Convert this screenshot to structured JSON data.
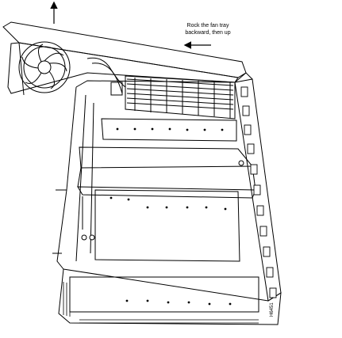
{
  "callout": {
    "line1": "Rock the fan tray",
    "line2": "backward, then up"
  },
  "figure_id": "H6451"
}
